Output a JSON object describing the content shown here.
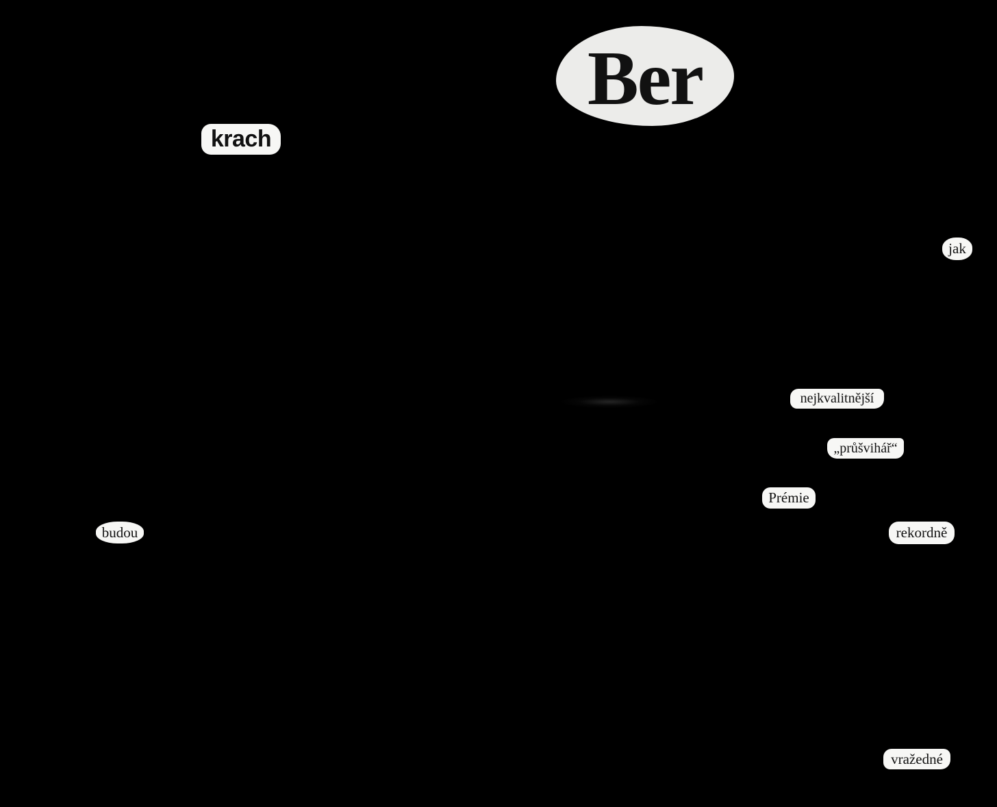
{
  "words": {
    "ber": "Ber",
    "krach": "krach",
    "jak": "jak",
    "nejkvalitnejsi": "nejkvalitnější",
    "prusvihar": "„průšvihář“",
    "premie": "Prémie",
    "budou": "budou",
    "rekordne": "rekordně",
    "vrazedne": "vražedné"
  },
  "colors": {
    "background": "#000000",
    "paper": "#f7f7f5",
    "ink": "#111111"
  }
}
